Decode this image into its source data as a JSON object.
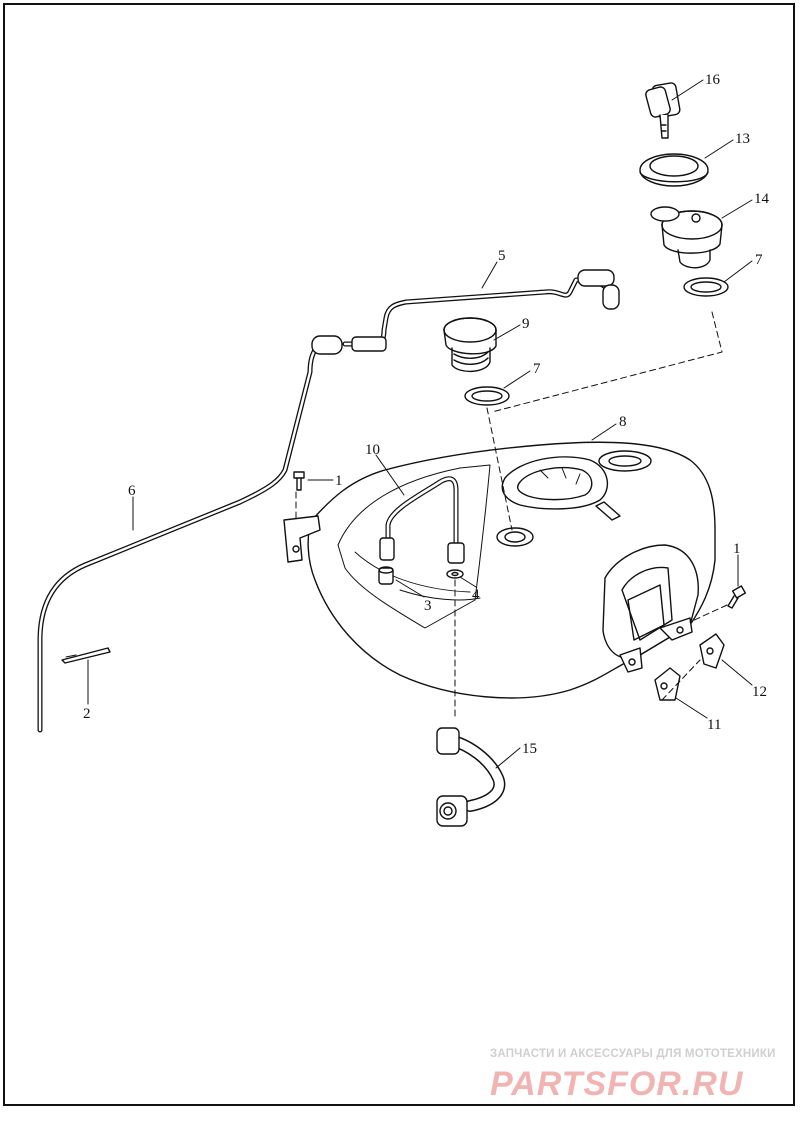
{
  "diagram": {
    "callouts": [
      {
        "id": "c16",
        "label": "16"
      },
      {
        "id": "c13",
        "label": "13"
      },
      {
        "id": "c14",
        "label": "14"
      },
      {
        "id": "c7a",
        "label": "7"
      },
      {
        "id": "c5",
        "label": "5"
      },
      {
        "id": "c9",
        "label": "9"
      },
      {
        "id": "c7b",
        "label": "7"
      },
      {
        "id": "c8",
        "label": "8"
      },
      {
        "id": "c10",
        "label": "10"
      },
      {
        "id": "c1a",
        "label": "1"
      },
      {
        "id": "c6",
        "label": "6"
      },
      {
        "id": "c1b",
        "label": "1"
      },
      {
        "id": "c3",
        "label": "3"
      },
      {
        "id": "c4",
        "label": "4"
      },
      {
        "id": "c2",
        "label": "2"
      },
      {
        "id": "c12",
        "label": "12"
      },
      {
        "id": "c11",
        "label": "11"
      },
      {
        "id": "c15",
        "label": "15"
      }
    ]
  },
  "watermark": {
    "tagline": "ЗАПЧАСТИ И АКСЕССУАРЫ ДЛЯ МОТОТЕХНИКИ",
    "logo_text": "PARTSFOR.RU",
    "logo_color": "#f2b3b3",
    "tagline_color": "#cfcfcf"
  }
}
